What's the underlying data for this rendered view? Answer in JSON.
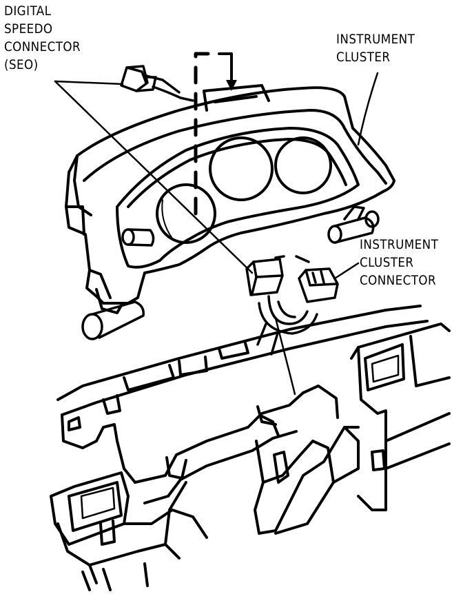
{
  "labels": {
    "digital_speedo_connector": [
      "DIGITAL",
      "SPEEDO",
      "CONNECTOR",
      "(SEO)"
    ],
    "instrument_cluster": [
      "INSTRUMENT",
      "CLUSTER"
    ],
    "instrument_cluster_connector": [
      "INSTRUMENT",
      "CLUSTER",
      "CONNECTOR"
    ]
  },
  "colors": {
    "ink": "#000000",
    "paper": "#ffffff"
  }
}
